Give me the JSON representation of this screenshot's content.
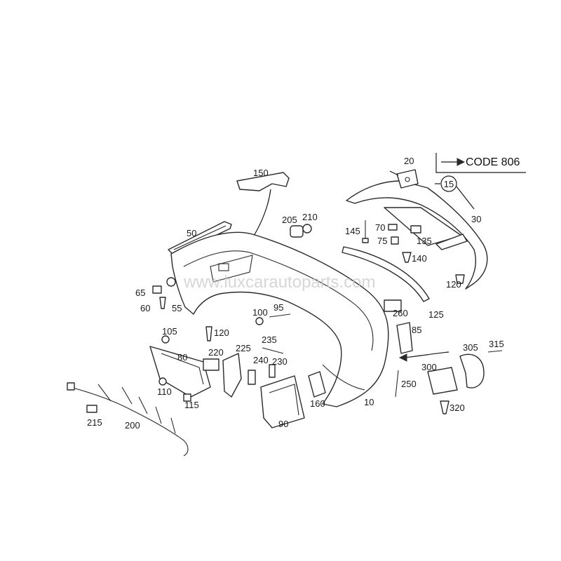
{
  "watermark": "www.luxcarautoparts.com",
  "code_box": {
    "label": "CODE 806"
  },
  "code_callout": "15",
  "callouts": {
    "c10": "10",
    "c20": "20",
    "c30": "30",
    "c50": "50",
    "c55": "55",
    "c60": "60",
    "c65": "65",
    "c70": "70",
    "c75": "75",
    "c80": "80",
    "c85": "85",
    "c90": "90",
    "c95": "95",
    "c100": "100",
    "c105": "105",
    "c110": "110",
    "c115": "115",
    "c120a": "120",
    "c120b": "120",
    "c125": "125",
    "c135": "135",
    "c140": "140",
    "c145": "145",
    "c150": "150",
    "c160": "160",
    "c200": "200",
    "c205": "205",
    "c210": "210",
    "c215": "215",
    "c220": "220",
    "c225": "225",
    "c230": "230",
    "c235": "235",
    "c240": "240",
    "c250": "250",
    "c260": "260",
    "c300": "300",
    "c305": "305",
    "c315": "315",
    "c320": "320"
  }
}
